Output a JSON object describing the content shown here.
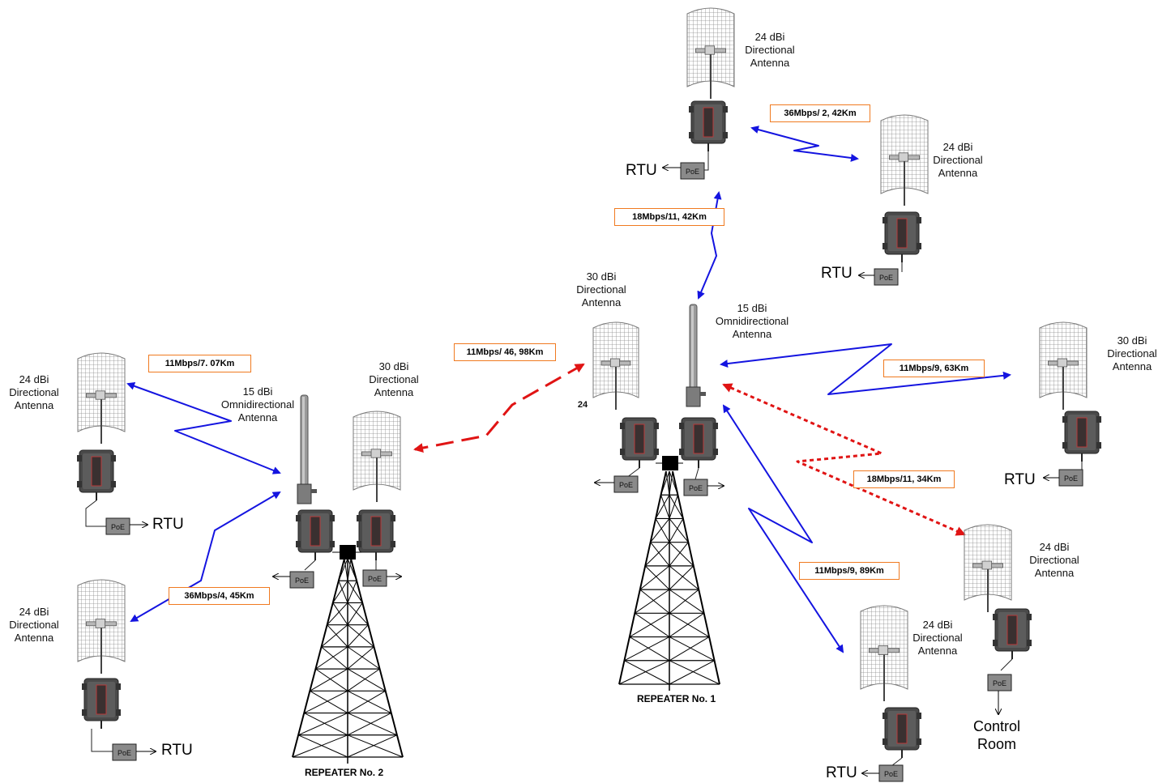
{
  "colors": {
    "blue_link": "#1414e0",
    "red_link": "#e01414",
    "box_border": "#f07a20",
    "poe_fill": "#8a8a8a",
    "tower": "#000000"
  },
  "icons": [
    "grid-dish-antenna-icon",
    "omni-antenna-icon",
    "radio-unit-icon",
    "poe-injector-icon",
    "lattice-tower-icon"
  ],
  "poe_label": "PoE",
  "antenna_labels": {
    "a_top": "24 dBi\nDirectional\nAntenna",
    "a_upper_right": "24 dBi\nDirectional\nAntenna",
    "a_r1_dir": "30 dBi\nDirectional\nAntenna",
    "a_r1_omni": "15 dBi\nOmnidirectional\nAntenna",
    "a_right": "30 dBi\nDirectional\nAntenna",
    "a_control": "24 dBi\nDirectional\nAntenna",
    "a_bottom_center": "24 dBi\nDirectional\nAntenna",
    "a_left_top": "24 dBi\nDirectional\nAntenna",
    "a_left_bottom": "24 dBi\nDirectional\nAntenna",
    "a_r2_omni": "15 dBi\nOmnidirectional\nAntenna",
    "a_r2_dir": "30 dBi\nDirectional\nAntenna",
    "stray_24": "24"
  },
  "endpoints": {
    "rtu": "RTU",
    "control_room": "Control\nRoom"
  },
  "links": {
    "l1": "36Mbps/ 2, 42Km",
    "l2": "18Mbps/11, 42Km",
    "l3": "11Mbps/ 46, 98Km",
    "l4": "11Mbps/9, 63Km",
    "l5": "18Mbps/11, 34Km",
    "l6": "11Mbps/9, 89Km",
    "l7": "11Mbps/7. 07Km",
    "l8": "36Mbps/4, 45Km"
  },
  "titles": {
    "repeater1": "REPEATER No. 1",
    "repeater2": "REPEATER No. 2"
  }
}
